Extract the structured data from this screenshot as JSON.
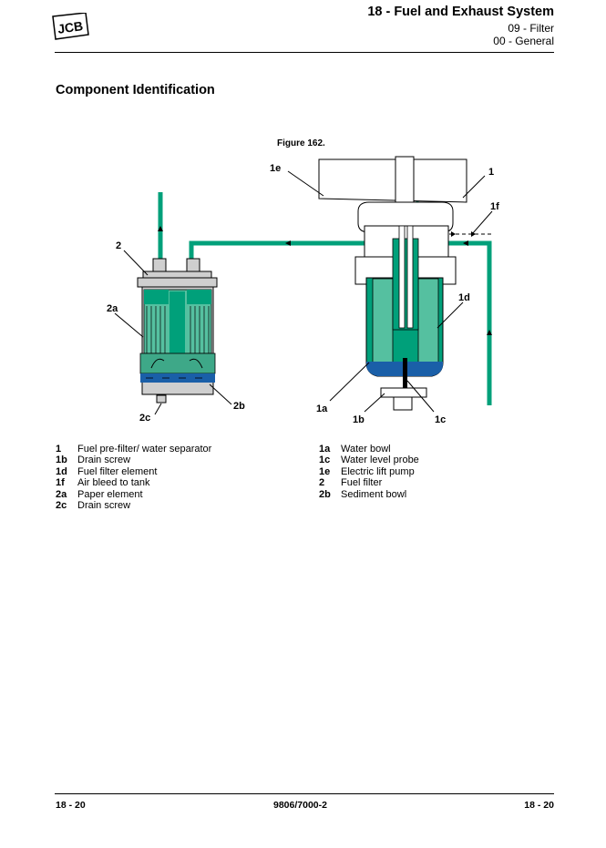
{
  "header": {
    "logo_text": "JCB",
    "title": "18 - Fuel and Exhaust System",
    "subsection": "09 - Filter",
    "subsubsection": "00 - General"
  },
  "section_title": "Component Identification",
  "figure": {
    "caption": "Figure 162.",
    "callouts": {
      "c1": "1",
      "c1a": "1a",
      "c1b": "1b",
      "c1c": "1c",
      "c1d": "1d",
      "c1e": "1e",
      "c1f": "1f",
      "c2": "2",
      "c2a": "2a",
      "c2b": "2b",
      "c2c": "2c"
    },
    "colors": {
      "fuel": "#00a07a",
      "fuel_light": "#55c0a0",
      "water": "#1a5fa8",
      "housing": "#cfcfcf"
    }
  },
  "legend": {
    "left": [
      {
        "key": "1",
        "label": "Fuel pre-filter/ water separator"
      },
      {
        "key": "1b",
        "label": "Drain screw"
      },
      {
        "key": "1d",
        "label": "Fuel filter element"
      },
      {
        "key": "1f",
        "label": "Air bleed to tank"
      },
      {
        "key": "2a",
        "label": "Paper element"
      },
      {
        "key": "2c",
        "label": "Drain screw"
      }
    ],
    "right": [
      {
        "key": "1a",
        "label": "Water bowl"
      },
      {
        "key": "1c",
        "label": "Water level probe"
      },
      {
        "key": "1e",
        "label": "Electric lift pump"
      },
      {
        "key": "2",
        "label": "Fuel filter"
      },
      {
        "key": "2b",
        "label": "Sediment bowl"
      }
    ]
  },
  "footer": {
    "page_left": "18 - 20",
    "doc_number": "9806/7000-2",
    "page_right": "18 - 20"
  }
}
